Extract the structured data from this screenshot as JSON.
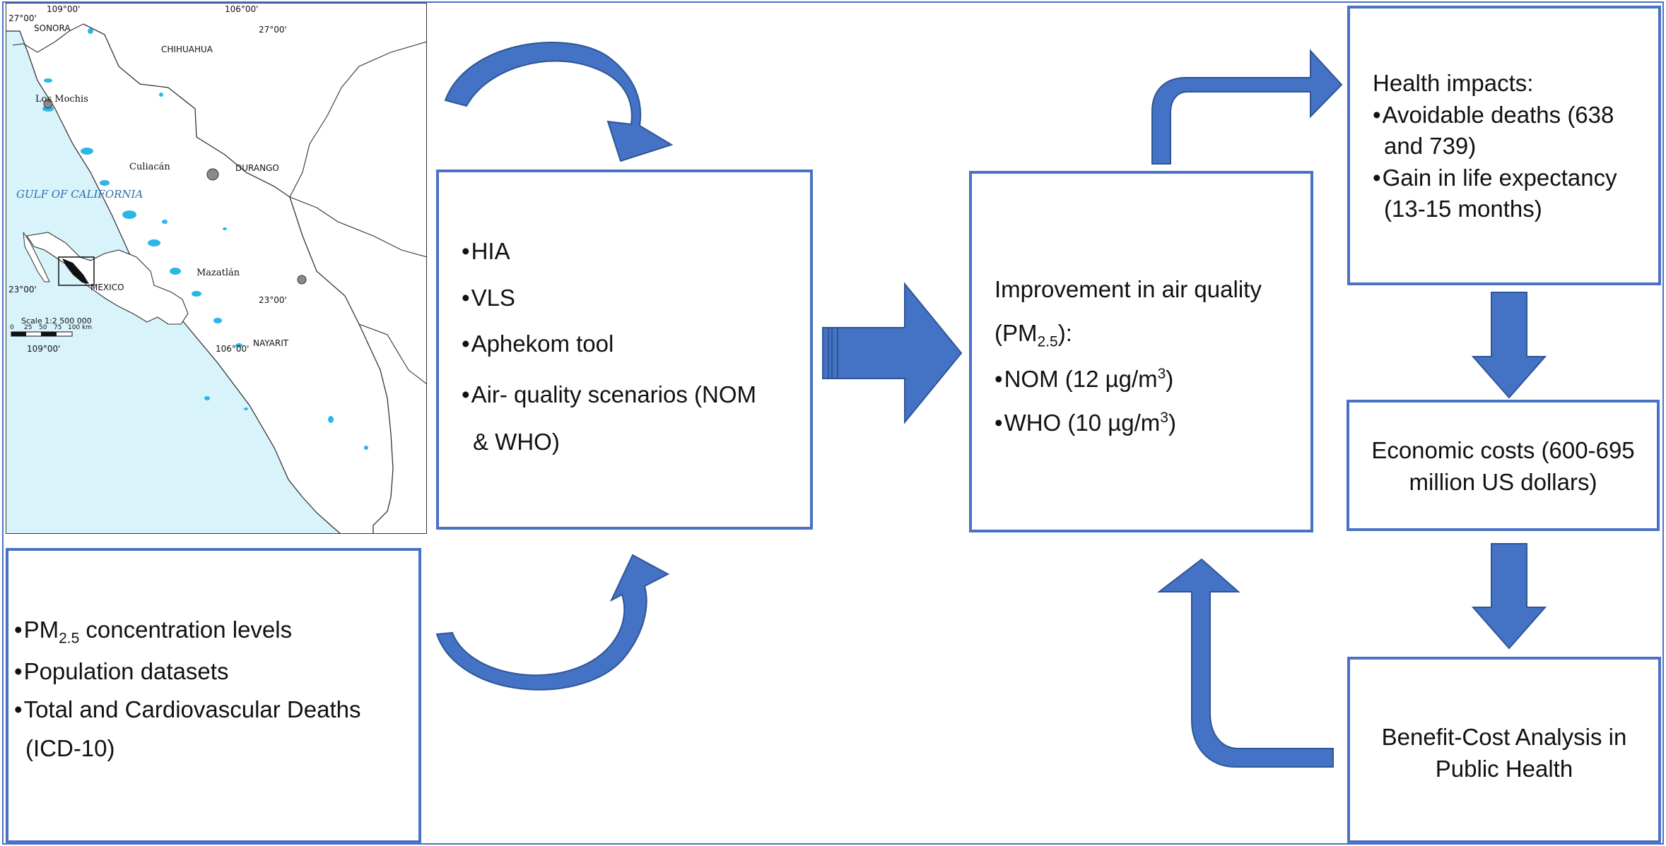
{
  "map": {
    "coords": {
      "top_left_lon": "109°00'",
      "top_right_lon": "106°00'",
      "top_left_lat": "27°00'",
      "top_right_lat": "27°00'",
      "bottom_left_lat": "23°00'",
      "bottom_right_lat": "23°00'",
      "bottom_left_lon": "109°00'",
      "bottom_right_lon": "106°00'"
    },
    "regions": {
      "sonora": "SONORA",
      "chihuahua": "CHIHUAHUA",
      "durango": "DURANGO",
      "nayarit": "NAYARIT",
      "mexico": "MEXICO",
      "gulf": "GULF OF CALIFORNIA"
    },
    "cities": {
      "los_mochis": "Los Mochis",
      "culiacan": "Culiacán",
      "mazatlan": "Mazatlán"
    },
    "scale": {
      "title": "Scale 1:2 500 000",
      "ticks": [
        "0",
        "25",
        "50",
        "75",
        "100 km"
      ]
    }
  },
  "inputs_box": {
    "items": [
      "PM",
      "Population datasets",
      "Total and Cardiovascular Deaths"
    ],
    "pm_sub": "2.5",
    "pm_suffix": " concentration levels",
    "icd": "(ICD-10)"
  },
  "methods_box": {
    "items": [
      "HIA",
      "VLS",
      "Aphekom tool",
      "Air- quality scenarios  (NOM"
    ],
    "continuation": "& WHO)"
  },
  "improvement_box": {
    "title": "Improvement in air quality",
    "pm_open": "(PM",
    "pm_sub": "2.5",
    "pm_close": "):",
    "nom": "NOM (12 µg/m",
    "who": "WHO (10 µg/m",
    "cube": "3",
    "close": ")"
  },
  "health_box": {
    "title": "Health impacts:",
    "item1_line1": "Avoidable deaths (638",
    "item1_line2": "and 739)",
    "item2_line1": "Gain in life expectancy",
    "item2_line2": "(13-15 months)"
  },
  "economic_box": {
    "line1": "Economic costs (600-695",
    "line2": "million US dollars)"
  },
  "benefit_box": {
    "line1": "Benefit-Cost Analysis in",
    "line2": "Public Health"
  },
  "colors": {
    "accent": "#4472c4",
    "arrow_stroke": "#2f5597",
    "box_border": "#4a72c4",
    "sea": "#d9f3fa",
    "lagoon": "#2bb6e8"
  }
}
